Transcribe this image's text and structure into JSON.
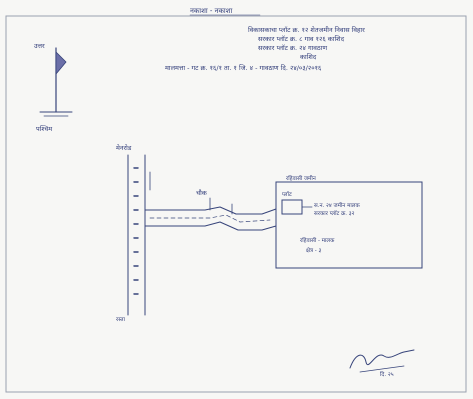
{
  "sheet": {
    "heading": "नकाशा - नकाशा",
    "address_lines": [
      "विकासकाचा प्लॉट क्र. १२ शेतजमीन निवास विहार",
      "सरकार प्लॉट क्र. ८ गाव १२६ काशिद",
      "सरकार प्लॉट क्र. २४ गावठाण",
      "काशिद"
    ],
    "survey_info": "मालमत्ता - गट क्र. १६/१ ता. १ जि. ४ - गावठाण दि. २४/०३/२०१६"
  },
  "north_arrow": {
    "label_top": "उत्तर",
    "label_bottom": "पश्चिम"
  },
  "map_labels": {
    "road_name": "मेनरोड",
    "junction_label": "चौक",
    "site_box_title": "रहिवासी जमीन",
    "site_plot_label": "प्लॉट",
    "site_plot_desc_1": "स.न. २४ जमीन मालक",
    "site_plot_desc_2": "सरकार प्लॉट क्र. ३२",
    "site_note_1": "रहिवासी - मालक",
    "site_note_2": "क्षेत्र - ३",
    "road_end_label": "रस्ता",
    "signature_date": "दि. २५"
  }
}
